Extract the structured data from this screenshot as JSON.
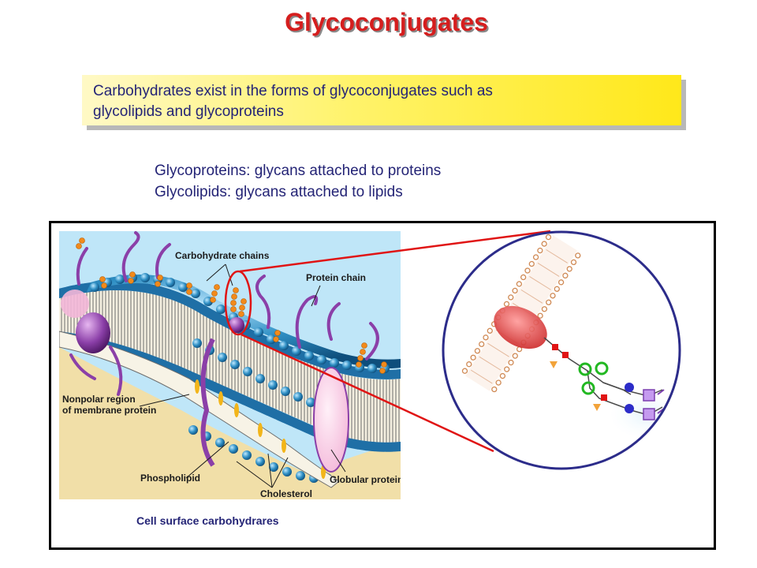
{
  "title": "Glycoconjugates",
  "highlight_box": {
    "line1": "Carbohydrates exist in the forms of glycoconjugates such as",
    "line2": "glycolipids and glycoproteins"
  },
  "definitions": [
    "Glycoproteins: glycans attached to proteins",
    "Glycolipids: glycans attached to lipids"
  ],
  "figure": {
    "labels": {
      "carbohydrate_chains": "Carbohydrate chains",
      "protein_chain": "Protein chain",
      "nonpolar_line1": "Nonpolar region",
      "nonpolar_line2": "of membrane protein",
      "phospholipid": "Phospholipid",
      "cholesterol": "Cholesterol",
      "globular_protein": "Globular protein"
    },
    "caption": "Cell surface carbohydrares"
  },
  "colors": {
    "title": "#d51e1e",
    "text": "#242476",
    "zoom_line": "#e01414",
    "zoom_circle": "#2c2c8a",
    "membrane_head": "#2f8fc4",
    "sky": "#bfe6f8"
  }
}
